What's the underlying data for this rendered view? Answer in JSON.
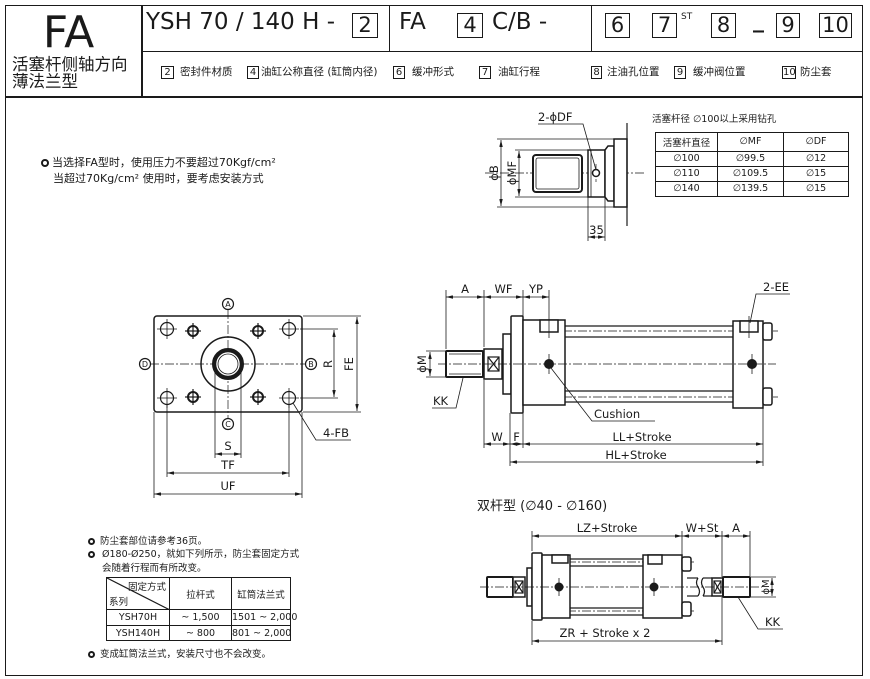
{
  "header": {
    "mount_code": "FA",
    "mount_name_line1": "活塞杆侧轴方向",
    "mount_name_line2": "薄法兰型",
    "model_prefix": "YSH 70 / 140 H -",
    "mount_type": "FA",
    "cushion_type": "C/B -",
    "superscript_st": "ST",
    "separator": "_",
    "option_boxes": {
      "seal": "2",
      "bore": "4",
      "cushion": "6",
      "stroke": "7",
      "oil_port": "8",
      "cushion_valve": "9",
      "boot": "10"
    },
    "legend": [
      {
        "num": "2",
        "label": "密封件材质"
      },
      {
        "num": "4",
        "label": "油缸公称直径 (缸筒内径)"
      },
      {
        "num": "6",
        "label": "缓冲形式"
      },
      {
        "num": "7",
        "label": "油缸行程"
      },
      {
        "num": "8",
        "label": "注油孔位置"
      },
      {
        "num": "9",
        "label": "缓冲阀位置"
      },
      {
        "num": "10",
        "label": "防尘套"
      }
    ]
  },
  "pressure_note": {
    "line1": "当选择FA型时，使用压力不要超过70Kgf/cm²",
    "line2": "当超过70Kg/cm² 使用时，要考虑安装方式"
  },
  "pilot_detail": {
    "hole_label": "2-ϕDF",
    "dia_b": "ϕB",
    "dia_mf": "ϕMF",
    "length": "35"
  },
  "drill_table": {
    "caption": "活塞杆径  ∅100以上采用钻孔",
    "columns": [
      "活塞杆直径",
      "∅MF",
      "∅DF"
    ],
    "rows": [
      [
        "∅100",
        "∅99.5",
        "∅12"
      ],
      [
        "∅110",
        "∅109.5",
        "∅15"
      ],
      [
        "∅140",
        "∅139.5",
        "∅15"
      ]
    ]
  },
  "front_view": {
    "ports": {
      "a": "A",
      "b": "B",
      "c": "C",
      "d": "D"
    },
    "dims": {
      "r": "R",
      "fe": "FE",
      "s": "S",
      "tf": "TF",
      "uf": "UF",
      "holes": "4-FB"
    }
  },
  "side_view": {
    "dim_a": "A",
    "dim_wf": "WF",
    "dim_yp": "YP",
    "dim_m": "ϕM",
    "thread_kk": "KK",
    "ports_ee": "2-EE",
    "cushion": "Cushion",
    "dim_w": "W",
    "dim_f": "F",
    "dim_ll": "LL+Stroke",
    "dim_hl": "HL+Stroke"
  },
  "double_rod": {
    "title": "双杆型 (∅40 -  ∅160)",
    "dim_lz": "LZ+Stroke",
    "dim_wst": "W+St",
    "dim_a": "A",
    "dim_m": "ϕM",
    "thread_kk": "KK",
    "dim_zr": "ZR + Stroke x 2"
  },
  "bottom_notes": {
    "note1": "防尘套部位请参考36页。",
    "note2_line1": "Ø180-Ø250，就如下列所示，防尘套固定方式",
    "note2_line2": "会随着行程而有所改变。",
    "table": {
      "corner_top": "固定方式",
      "corner_bottom": "系列",
      "columns": [
        "拉杆式",
        "缸筒法兰式"
      ],
      "rows": [
        {
          "series": "YSH70H",
          "tie_rod": "~ 1,500",
          "tube_flange": "1501 ~ 2,000"
        },
        {
          "series": "YSH140H",
          "tie_rod": "~ 800",
          "tube_flange": "801 ~ 2,000"
        }
      ]
    },
    "note3": "变成缸筒法兰式，安装尺寸也不会改变。"
  }
}
